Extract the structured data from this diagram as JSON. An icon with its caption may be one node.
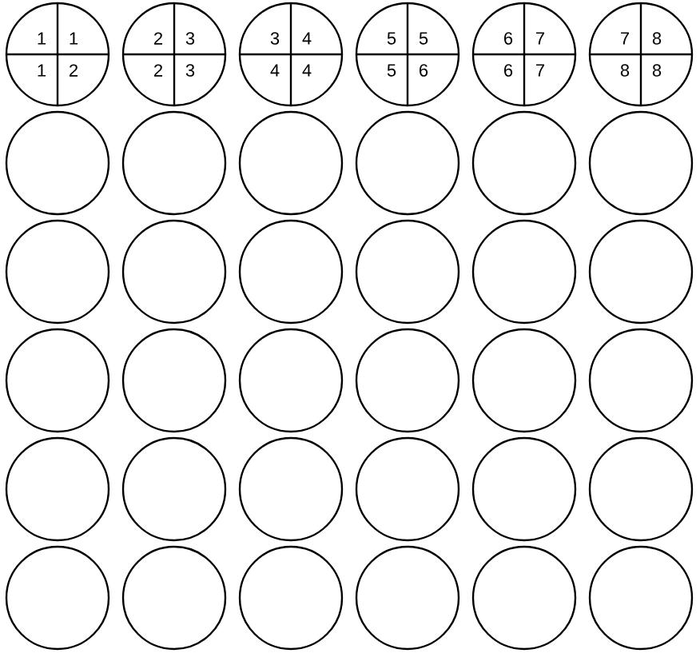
{
  "diagram": {
    "nodes": [
      {
        "text": [
          "1",
          "1",
          "1",
          "2"
        ]
      },
      {
        "text": [
          "2",
          "3",
          "2",
          "3"
        ]
      },
      {
        "text": [
          "3",
          "4",
          "4",
          "4"
        ]
      },
      {
        "text": [
          "5",
          "5",
          "5",
          "6"
        ]
      },
      {
        "text": [
          "6",
          "7",
          "6",
          "7"
        ]
      },
      {
        "text": [
          "7",
          "8",
          "8",
          "8"
        ]
      },
      {
        "text": [],
        "shape": "circle"
      },
      {
        "text": [],
        "shape": "circle"
      },
      {
        "text": [],
        "shape": "circle"
      },
      {
        "text": [],
        "shape": "circle"
      },
      {
        "text": [],
        "shape": "circle"
      },
      {
        "text": [],
        "shape": "circle"
      },
      {
        "text": [],
        "shape": "circle"
      },
      {
        "text": [],
        "shape": "circle"
      },
      {
        "text": [],
        "shape": "circle"
      },
      {
        "text": [],
        "shape": "circle"
      },
      {
        "text": [],
        "shape": "circle"
      },
      {
        "text": [],
        "shape": "circle"
      },
      {
        "text": [],
        "shape": "circle"
      },
      {
        "text": [],
        "shape": "circle"
      },
      {
        "text": [],
        "shape": "circle"
      },
      {
        "text": [],
        "shape": "circle"
      },
      {
        "text": [],
        "shape": "circle"
      },
      {
        "text": [],
        "shape": "circle"
      },
      {
        "text": [],
        "shape": "circle"
      },
      {
        "text": [],
        "shape": "circle"
      },
      {
        "text": [],
        "shape": "circle"
      },
      {
        "text": [],
        "shape": "circle"
      },
      {
        "text": [],
        "shape": "circle"
      },
      {
        "text": [],
        "shape": "circle"
      },
      {
        "text": [],
        "shape": "circle"
      },
      {
        "text": [],
        "shape": "circle"
      },
      {
        "text": [],
        "shape": "circle"
      },
      {
        "text": [],
        "shape": "circle"
      },
      {
        "text": [],
        "shape": "circle"
      },
      {
        "text": [],
        "shape": "circle"
      }
    ]
  }
}
